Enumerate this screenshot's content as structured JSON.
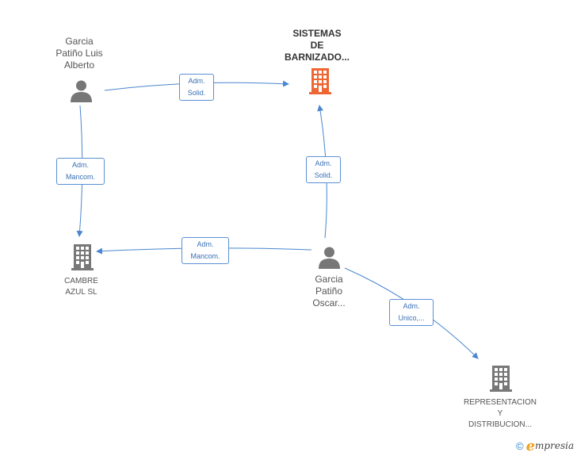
{
  "nodes": {
    "garcia_luis": {
      "label": "Garcia\nPatiño Luis\nAlberto",
      "type": "person"
    },
    "sistemas": {
      "label": "SISTEMAS\nDE\nBARNIZADO...",
      "type": "company",
      "color": "#ee6633"
    },
    "cambre": {
      "label": "CAMBRE\nAZUL SL",
      "type": "company",
      "color": "#777777"
    },
    "garcia_oscar": {
      "label": "Garcia\nPatiño\nOscar...",
      "type": "person"
    },
    "representacion": {
      "label": "REPRESENTACION\nY\nDISTRIBUCION...",
      "type": "company",
      "color": "#777777"
    }
  },
  "edges": {
    "luis_sistemas": "Adm.\nSolid.",
    "luis_cambre": "Adm.\nMancom.",
    "oscar_sistemas": "Adm.\nSolid.",
    "oscar_cambre": "Adm.\nMancom.",
    "oscar_representacion": "Adm.\nUnico,..."
  },
  "colors": {
    "edge": "#4a86cf",
    "person_icon": "#777777",
    "highlight_company": "#ee6633",
    "company": "#777777"
  },
  "brand": {
    "copyright": "©",
    "e": "e",
    "rest": "mpresia"
  }
}
